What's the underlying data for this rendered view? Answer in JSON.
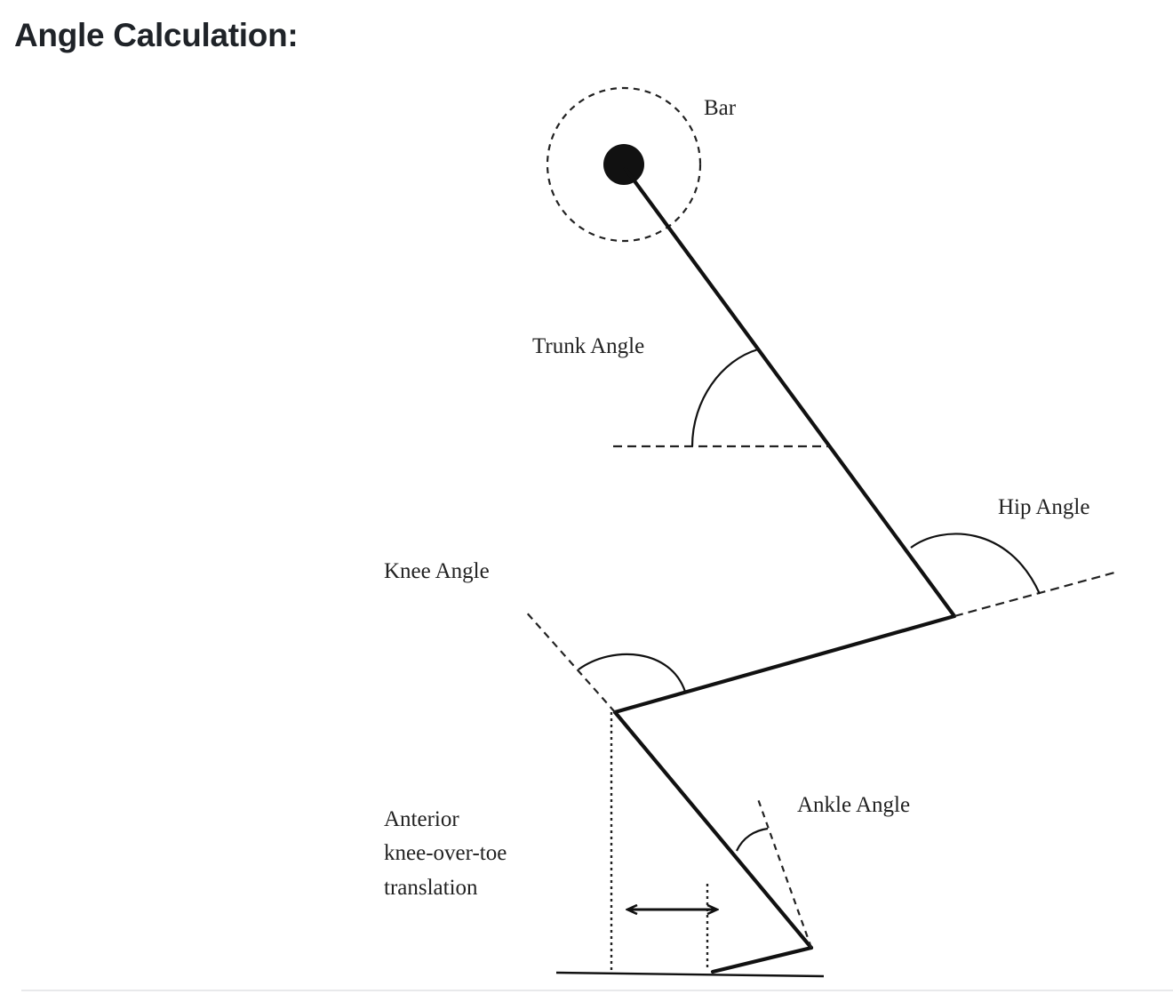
{
  "heading": "Angle Calculation:",
  "diagram": {
    "labels": {
      "bar": "Bar",
      "trunk_angle": "Trunk Angle",
      "hip_angle": "Hip Angle",
      "knee_angle": "Knee Angle",
      "ankle_angle": "Ankle Angle",
      "translation_line1": "Anterior",
      "translation_line2": "knee-over-toe",
      "translation_line3": "translation"
    }
  }
}
